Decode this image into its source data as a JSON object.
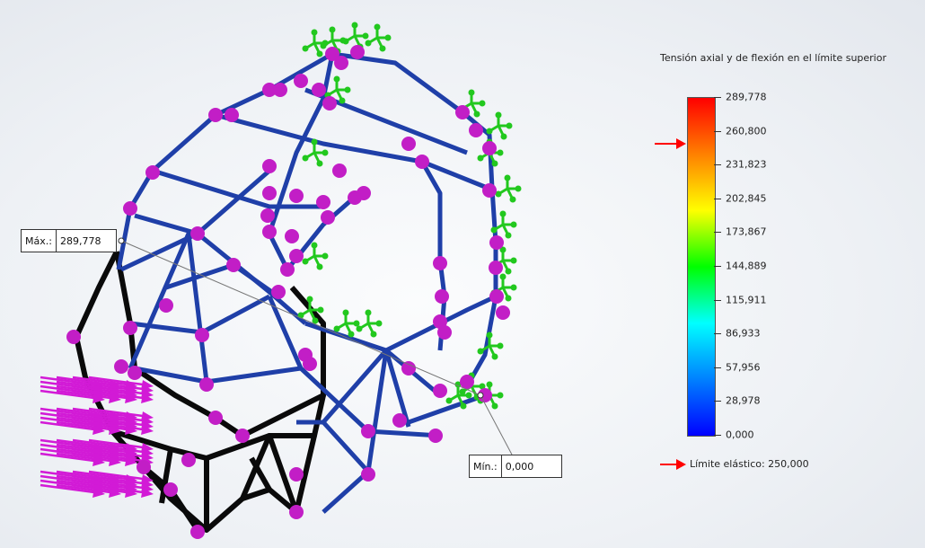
{
  "legend": {
    "title": "Tensión axial y de flexión en el límite superior",
    "ticks": [
      "289,778",
      "260,800",
      "231,823",
      "202,845",
      "173,867",
      "144,889",
      "115,911",
      "86,933",
      "57,956",
      "28,978",
      "0,000"
    ],
    "gradient_colors": [
      "#ff0000",
      "#ff8000",
      "#ffff00",
      "#00ff00",
      "#00ffff",
      "#0080ff",
      "#0000ff"
    ],
    "yield_marker_fraction": 0.863,
    "yield_label": "Límite elástico: 250,000",
    "marker_color": "#ff0000"
  },
  "probes": {
    "max": {
      "key": "Máx.:",
      "value": "289,778"
    },
    "min": {
      "key": "Mín.:",
      "value": "0,000"
    }
  },
  "colors": {
    "beam_blue": "#1f3fa8",
    "beam_black": "#0a0a0a",
    "joint": "#c21ec6",
    "fixture": "#22c81e",
    "load": "#d21ad6"
  }
}
